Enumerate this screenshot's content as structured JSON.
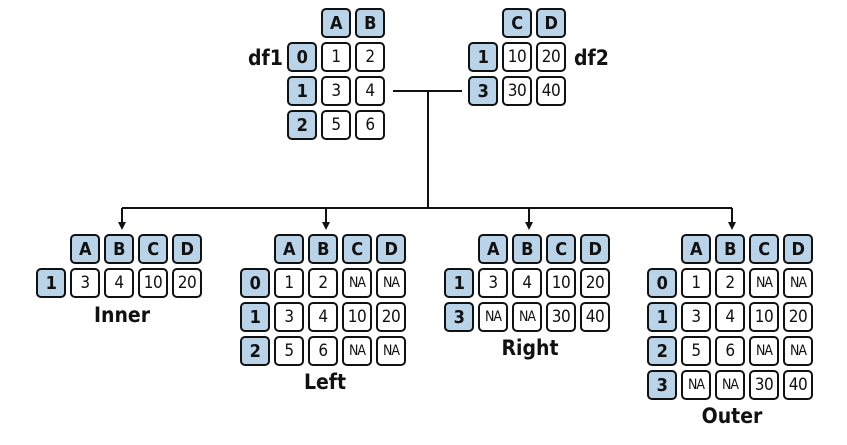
{
  "colors": {
    "header_fill": "#b9d3e8",
    "border": "#111111",
    "background": "#ffffff"
  },
  "inputs": {
    "df1": {
      "label": "df1",
      "columns": [
        "A",
        "B"
      ],
      "rows": [
        {
          "index": "0",
          "values": [
            "1",
            "2"
          ]
        },
        {
          "index": "1",
          "values": [
            "3",
            "4"
          ]
        },
        {
          "index": "2",
          "values": [
            "5",
            "6"
          ]
        }
      ]
    },
    "df2": {
      "label": "df2",
      "columns": [
        "C",
        "D"
      ],
      "rows": [
        {
          "index": "1",
          "values": [
            "10",
            "20"
          ]
        },
        {
          "index": "3",
          "values": [
            "30",
            "40"
          ]
        }
      ]
    }
  },
  "results": [
    {
      "caption": "Inner",
      "columns": [
        "A",
        "B",
        "C",
        "D"
      ],
      "rows": [
        {
          "index": "1",
          "values": [
            "3",
            "4",
            "10",
            "20"
          ]
        }
      ]
    },
    {
      "caption": "Left",
      "columns": [
        "A",
        "B",
        "C",
        "D"
      ],
      "rows": [
        {
          "index": "0",
          "values": [
            "1",
            "2",
            "NA",
            "NA"
          ]
        },
        {
          "index": "1",
          "values": [
            "3",
            "4",
            "10",
            "20"
          ]
        },
        {
          "index": "2",
          "values": [
            "5",
            "6",
            "NA",
            "NA"
          ]
        }
      ]
    },
    {
      "caption": "Right",
      "columns": [
        "A",
        "B",
        "C",
        "D"
      ],
      "rows": [
        {
          "index": "1",
          "values": [
            "3",
            "4",
            "10",
            "20"
          ]
        },
        {
          "index": "3",
          "values": [
            "NA",
            "NA",
            "30",
            "40"
          ]
        }
      ]
    },
    {
      "caption": "Outer",
      "columns": [
        "A",
        "B",
        "C",
        "D"
      ],
      "rows": [
        {
          "index": "0",
          "values": [
            "1",
            "2",
            "NA",
            "NA"
          ]
        },
        {
          "index": "1",
          "values": [
            "3",
            "4",
            "10",
            "20"
          ]
        },
        {
          "index": "2",
          "values": [
            "5",
            "6",
            "NA",
            "NA"
          ]
        },
        {
          "index": "3",
          "values": [
            "NA",
            "NA",
            "30",
            "40"
          ]
        }
      ]
    }
  ]
}
